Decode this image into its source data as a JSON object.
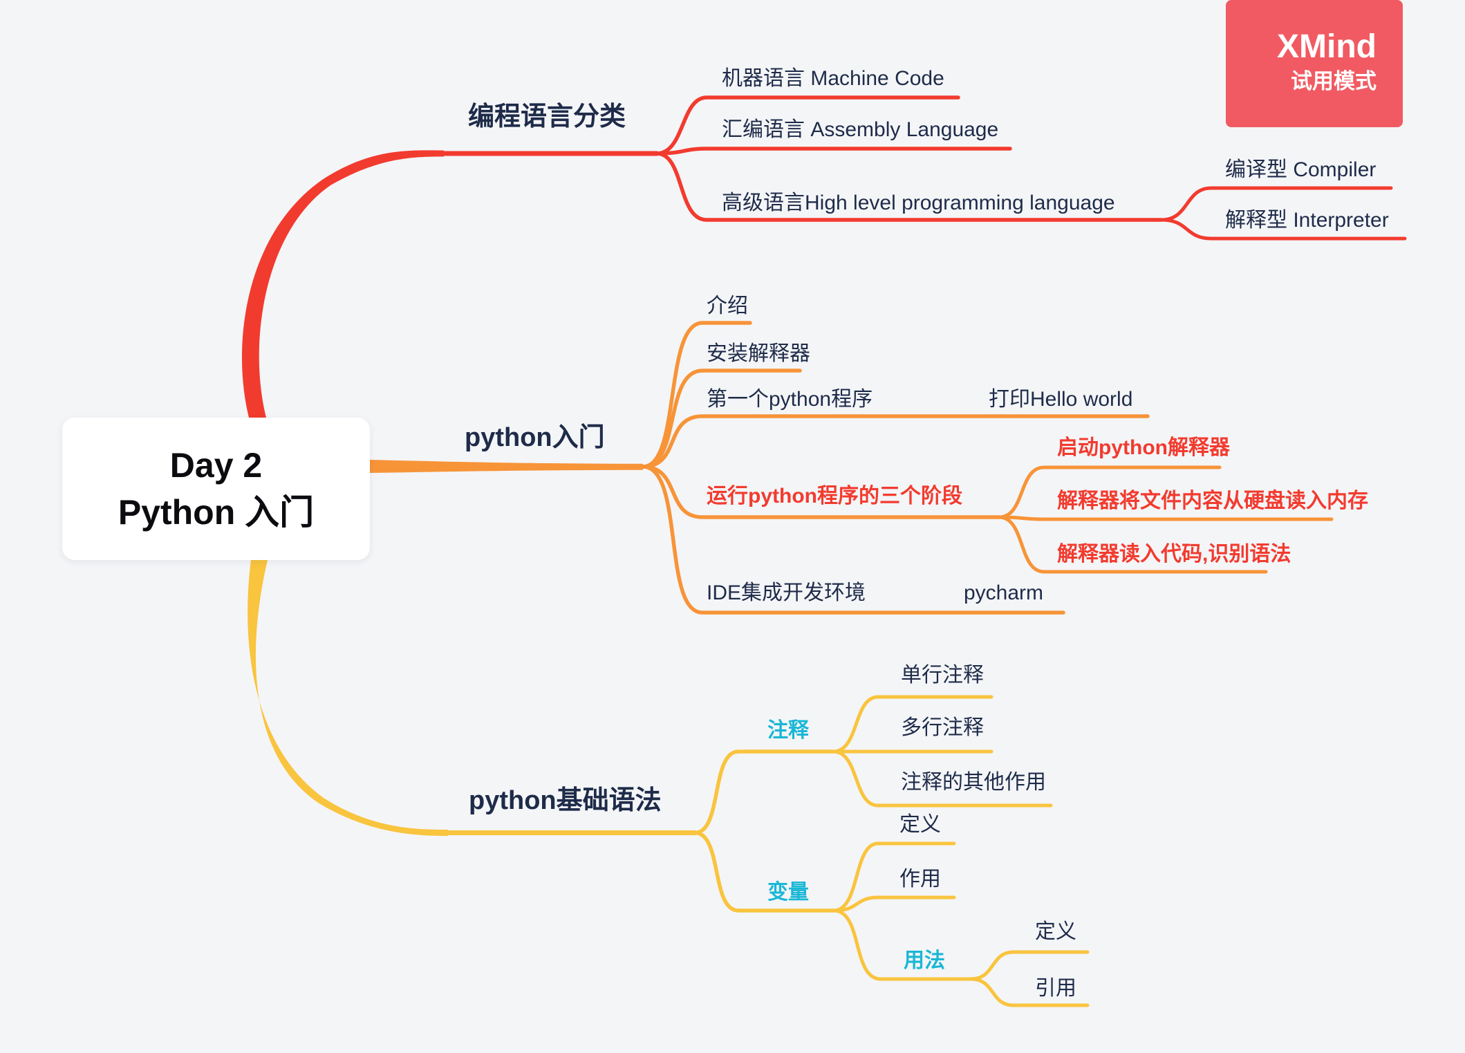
{
  "badge": {
    "title": "XMind",
    "mode": "试用模式"
  },
  "root": {
    "line1": "Day 2",
    "line2": "Python 入门"
  },
  "colors": {
    "branch_red": "#f23b2f",
    "branch_orange": "#f79438",
    "branch_yellow": "#f9c43e",
    "text_navy": "#1e2b49",
    "text_red": "#f23b2f",
    "text_cyan": "#1ab7d5",
    "badge_bg": "#f15a62",
    "background": "#f4f5f7"
  },
  "branches": [
    {
      "label": "编程语言分类",
      "children": [
        {
          "label": "机器语言 Machine Code"
        },
        {
          "label": "汇编语言 Assembly Language"
        },
        {
          "label": "高级语言High level programming language",
          "children": [
            {
              "label": "编译型 Compiler"
            },
            {
              "label": "解释型 Interpreter"
            }
          ]
        }
      ]
    },
    {
      "label": "python入门",
      "children": [
        {
          "label": "介绍"
        },
        {
          "label": "安装解释器"
        },
        {
          "label": "第一个python程序",
          "children": [
            {
              "label": "打印Hello world"
            }
          ]
        },
        {
          "label": "运行python程序的三个阶段",
          "children": [
            {
              "label": "启动python解释器"
            },
            {
              "label": "解释器将文件内容从硬盘读入内存"
            },
            {
              "label": "解释器读入代码,识别语法"
            }
          ]
        },
        {
          "label": "IDE集成开发环境",
          "children": [
            {
              "label": "pycharm"
            }
          ]
        }
      ]
    },
    {
      "label": "python基础语法",
      "children": [
        {
          "label": "注释",
          "children": [
            {
              "label": "单行注释"
            },
            {
              "label": "多行注释"
            },
            {
              "label": "注释的其他作用"
            }
          ]
        },
        {
          "label": "变量",
          "children": [
            {
              "label": "定义"
            },
            {
              "label": "作用"
            },
            {
              "label": "用法",
              "children": [
                {
                  "label": "定义"
                },
                {
                  "label": "引用"
                }
              ]
            }
          ]
        }
      ]
    }
  ]
}
